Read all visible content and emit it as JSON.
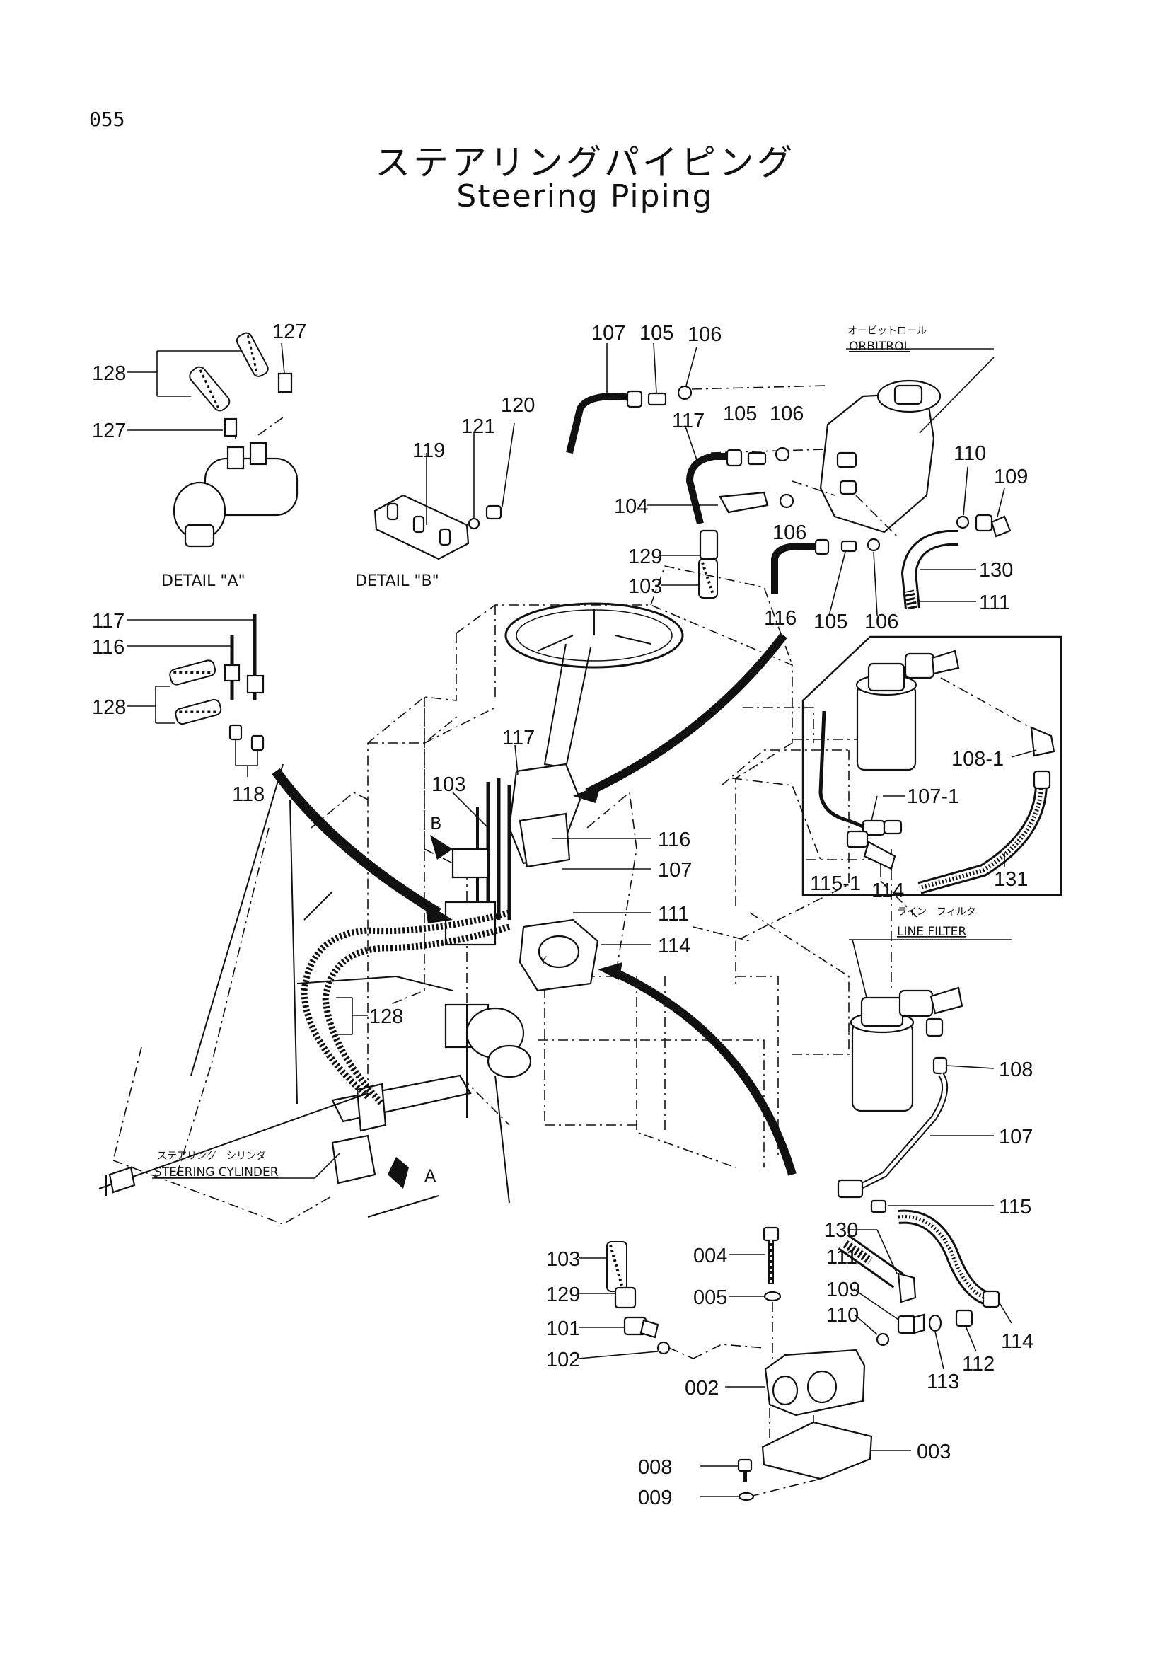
{
  "page_number": "055",
  "title_jp": "ステアリングパイピング",
  "title_en": "Steering Piping",
  "captions": {
    "detail_a": "DETAIL \"A\"",
    "detail_b": "DETAIL \"B\"",
    "orbitrol_jp": "オービットロール",
    "orbitrol_en": "ORBITROL",
    "line_filter_jp": "ライン　フィルタ",
    "line_filter_en": "LINE FILTER",
    "steering_cylinder_jp": "ステアリング　シリンダ",
    "steering_cylinder_en": "STEERING CYLINDER",
    "marker_a": "A",
    "marker_b": "B",
    "marker_y": "Y"
  },
  "part_labels": {
    "detail_a_127_top": "127",
    "detail_a_128": "128",
    "detail_a_127_left": "127",
    "detail_b_119": "119",
    "detail_b_121": "121",
    "detail_b_120": "120",
    "orb_107": "107",
    "orb_105_top": "105",
    "orb_106_top": "106",
    "orb_117": "117",
    "orb_105_mid": "105",
    "orb_106_mid": "106",
    "orb_110": "110",
    "orb_109": "109",
    "orb_104": "104",
    "orb_106_low": "106",
    "orb_129": "129",
    "orb_103": "103",
    "orb_130": "130",
    "orb_111": "111",
    "orb_116": "116",
    "orb_105_bot": "105",
    "orb_106_bot": "106",
    "left_117": "117",
    "left_116": "116",
    "left_128": "128",
    "left_118": "118",
    "main_117": "117",
    "main_103": "103",
    "main_116": "116",
    "main_107": "107",
    "main_111": "111",
    "main_114": "114",
    "main_128": "128",
    "lf_108_1": "108-1",
    "lf_107_1": "107-1",
    "lf_115_1": "115-1",
    "lf_114": "114",
    "lf_131": "131",
    "lf_108": "108",
    "lf_107": "107",
    "lf_115": "115",
    "valve_130": "130",
    "valve_004": "004",
    "valve_111": "111",
    "valve_103": "103",
    "valve_005": "005",
    "valve_109": "109",
    "valve_129": "129",
    "valve_110": "110",
    "valve_114": "114",
    "valve_101": "101",
    "valve_112": "112",
    "valve_102": "102",
    "valve_113": "113",
    "valve_002": "002",
    "valve_003": "003",
    "valve_008": "008",
    "valve_009": "009"
  }
}
